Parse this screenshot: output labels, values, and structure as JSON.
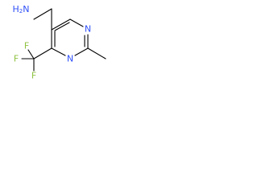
{
  "molecule": {
    "atoms": {
      "nh2": {
        "symbol": "H",
        "sub": "2",
        "tail": "N",
        "color": "#3050F8"
      },
      "n_top": {
        "label": "N",
        "color": "#3050F8"
      },
      "n_bottom": {
        "label": "N",
        "color": "#3050F8"
      },
      "f_top": {
        "label": "F",
        "color": "#8FC241"
      },
      "f_left": {
        "label": "F",
        "color": "#8FC241"
      },
      "f_bottom": {
        "label": "F",
        "color": "#8FC241"
      }
    },
    "bond_color": "#000000"
  }
}
